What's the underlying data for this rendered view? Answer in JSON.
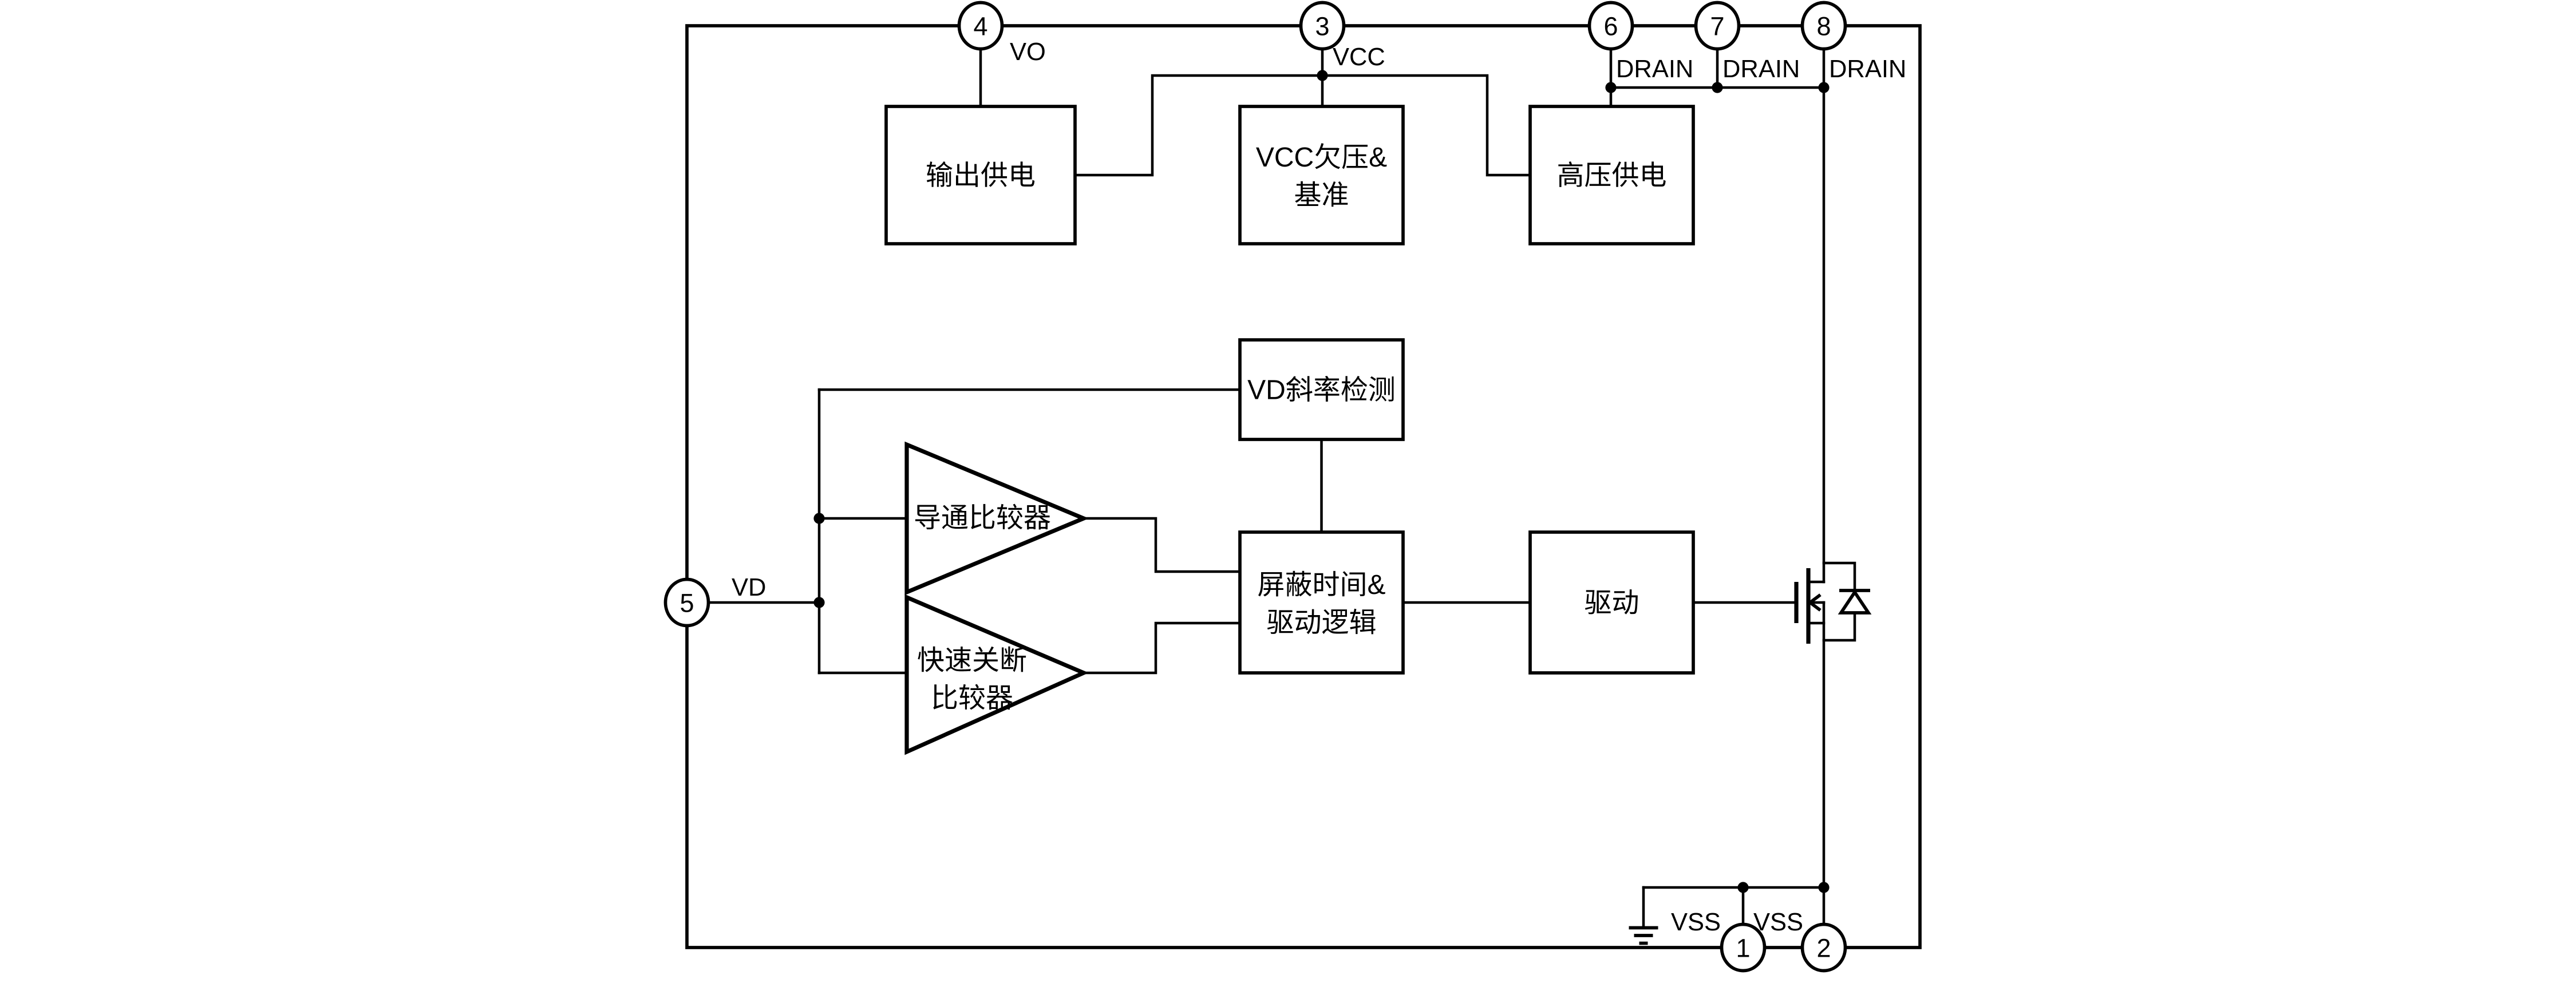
{
  "diagram": {
    "colors": {
      "ink": "#000000",
      "background": "#ffffff"
    },
    "pins": {
      "pin4": {
        "number": "4",
        "label": "VO"
      },
      "pin3": {
        "number": "3",
        "label": "VCC"
      },
      "pin6": {
        "number": "6",
        "label": "DRAIN"
      },
      "pin7": {
        "number": "7",
        "label": "DRAIN"
      },
      "pin8": {
        "number": "8",
        "label": "DRAIN"
      },
      "pin5": {
        "number": "5",
        "label": "VD"
      },
      "pin1": {
        "number": "1",
        "label": "VSS"
      },
      "pin2": {
        "number": "2",
        "label": "VSS"
      }
    },
    "blocks": {
      "output_supply": {
        "label": "输出供电"
      },
      "vcc_uvlo_reference": {
        "line1": "VCC欠压&",
        "line2": "基准"
      },
      "high_voltage_supply": {
        "label": "高压供电"
      },
      "vd_slope_detection": {
        "label": "VD斜率检测"
      },
      "blanking_drive_logic": {
        "line1": "屏蔽时间&",
        "line2": "驱动逻辑"
      },
      "driver": {
        "label": "驱动"
      }
    },
    "comparators": {
      "turn_on": {
        "label": "导通比较器"
      },
      "fast_turn_off": {
        "line1": "快速关断",
        "line2": "比较器"
      }
    },
    "symbols": {
      "mosfet": "n-channel-mosfet-with-body-diode",
      "ground": "earth-ground"
    }
  }
}
